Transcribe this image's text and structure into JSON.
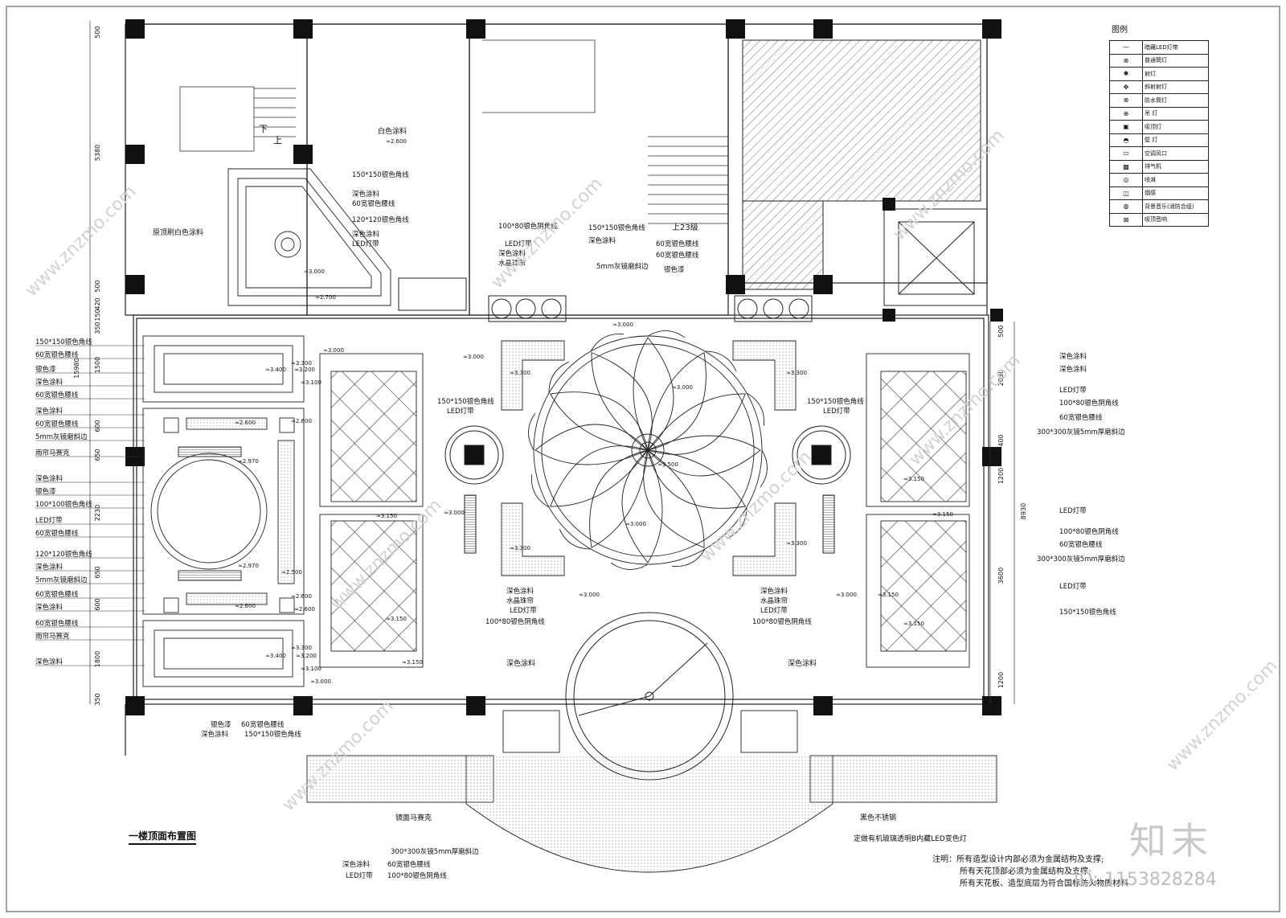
{
  "drawing_title": "一楼顶面布置图",
  "legend": {
    "title": "图例",
    "items": [
      {
        "symbol": "—",
        "label": "暗藏LED灯带"
      },
      {
        "symbol": "⊗",
        "label": "普通筒灯"
      },
      {
        "symbol": "✱",
        "label": "射灯"
      },
      {
        "symbol": "✥",
        "label": "斜射射灯"
      },
      {
        "symbol": "⊗",
        "label": "防水筒灯"
      },
      {
        "symbol": "⊕",
        "label": "吊  灯"
      },
      {
        "symbol": "▣",
        "label": "吸顶灯"
      },
      {
        "symbol": "◓",
        "label": "壁  灯"
      },
      {
        "symbol": "▭",
        "label": "空调风口"
      },
      {
        "symbol": "▩",
        "label": "排气机"
      },
      {
        "symbol": "◎",
        "label": "喷淋"
      },
      {
        "symbol": "◫",
        "label": "烟感"
      },
      {
        "symbol": "◍",
        "label": "背景音乐(消防合组)"
      },
      {
        "symbol": "⊠",
        "label": "吸顶音响"
      }
    ]
  },
  "dimensions_left": [
    "500",
    "5380",
    "500",
    "420",
    "150",
    "350",
    "1500",
    "15980",
    "600",
    "650",
    "2230",
    "650",
    "600",
    "1800",
    "350"
  ],
  "dimensions_right": [
    "500",
    "2030",
    "400",
    "1200",
    "8930",
    "3600",
    "1200"
  ],
  "labels_left": [
    "150*150银色角线",
    "60宽银色腰线",
    "银色漆",
    "深色涂料",
    "60宽银色腰线",
    "深色涂料",
    "60宽银色腰线",
    "5mm灰镜磨斜边",
    "雨帘马赛克",
    "深色涂料",
    "银色漆",
    "100*100银色角线",
    "LED灯带",
    "60宽银色腰线",
    "120*120银色角线",
    "深色涂料",
    "5mm灰镜磨斜边",
    "60宽银色腰线",
    "深色涂料",
    "60宽银色腰线",
    "雨帘马赛克",
    "深色涂料"
  ],
  "labels_right": [
    "深色涂料",
    "深色涂料",
    "LED灯带",
    "100*80银色阴角线",
    "60宽银色腰线",
    "300*300灰镜5mm厚磨斜边",
    "LED灯带",
    "100*80银色阴角线",
    "60宽银色腰线",
    "300*300灰镜5mm厚磨斜边",
    "LED灯带",
    "150*150银色角线"
  ],
  "labels_top_room": [
    "150*150银色角线",
    "深色涂料",
    "60宽银色腰线",
    "120*120银色角线",
    "深色涂料",
    "LED灯带"
  ],
  "labels_hall_top": [
    "100*80银色阴角线",
    "LED灯带",
    "深色涂料",
    "水晶珠帘",
    "150*150银色角线",
    "深色涂料",
    "60宽银色腰线",
    "60宽银色腰线",
    "5mm灰镜磨斜边",
    "银色漆"
  ],
  "labels_hall_bottom_left": [
    "深色涂料",
    "水晶珠帘",
    "LED灯带",
    "100*80银色阴角线"
  ],
  "labels_hall_bottom_right": [
    "深色涂料",
    "水晶珠帘",
    "LED灯带",
    "100*80银色阴角线"
  ],
  "labels_misc": {
    "white_paint": "白色涂料",
    "orig_ceiling": "原顶刷白色涂料",
    "down": "下",
    "up": "上",
    "up23": "上23级",
    "round_left_1": "150*150银色角线",
    "round_left_2": "LED灯带",
    "round_right_1": "150*150银色角线",
    "round_right_2": "LED灯带",
    "hall_dark_left": "深色涂料",
    "hall_dark_right": "深色涂料",
    "mosaic": "镜面马赛克",
    "black_steel": "黑色不锈钢",
    "glass_lamp": "定做有机玻璃透明B内藏LED变色灯"
  },
  "labels_bottom_left": [
    "银色漆",
    "深色涂料",
    "60宽银色腰线",
    "150*150银色角线"
  ],
  "labels_bottom_center": [
    "300*300灰镜5mm厚磨斜边",
    "深色涂料",
    "60宽银色腰线",
    "LED灯带",
    "100*80银色阴角线"
  ],
  "elevations": {
    "e2600": "≈2.600",
    "e2700": "≈2.700",
    "e3000": "≈3.000",
    "e3100": "≈3.100",
    "e3150": "≈3.150",
    "e3200": "≈3.200",
    "e3300": "≈3.300",
    "e3400": "≈3.400",
    "e2970": "≈2.970",
    "e2500": "≈2.500",
    "e3500": "≈3.500"
  },
  "notes": {
    "prefix": "注明：",
    "lines": [
      "所有造型设计内部必须为金属结构及支撑;",
      "所有天花顶部必须为金属结构及支撑;",
      "所有天花板、造型底层为符合国标防火物质材料"
    ]
  },
  "watermark": {
    "logo": "知末",
    "id": "ID: 1153828284",
    "url": "www.znzmo.com"
  }
}
